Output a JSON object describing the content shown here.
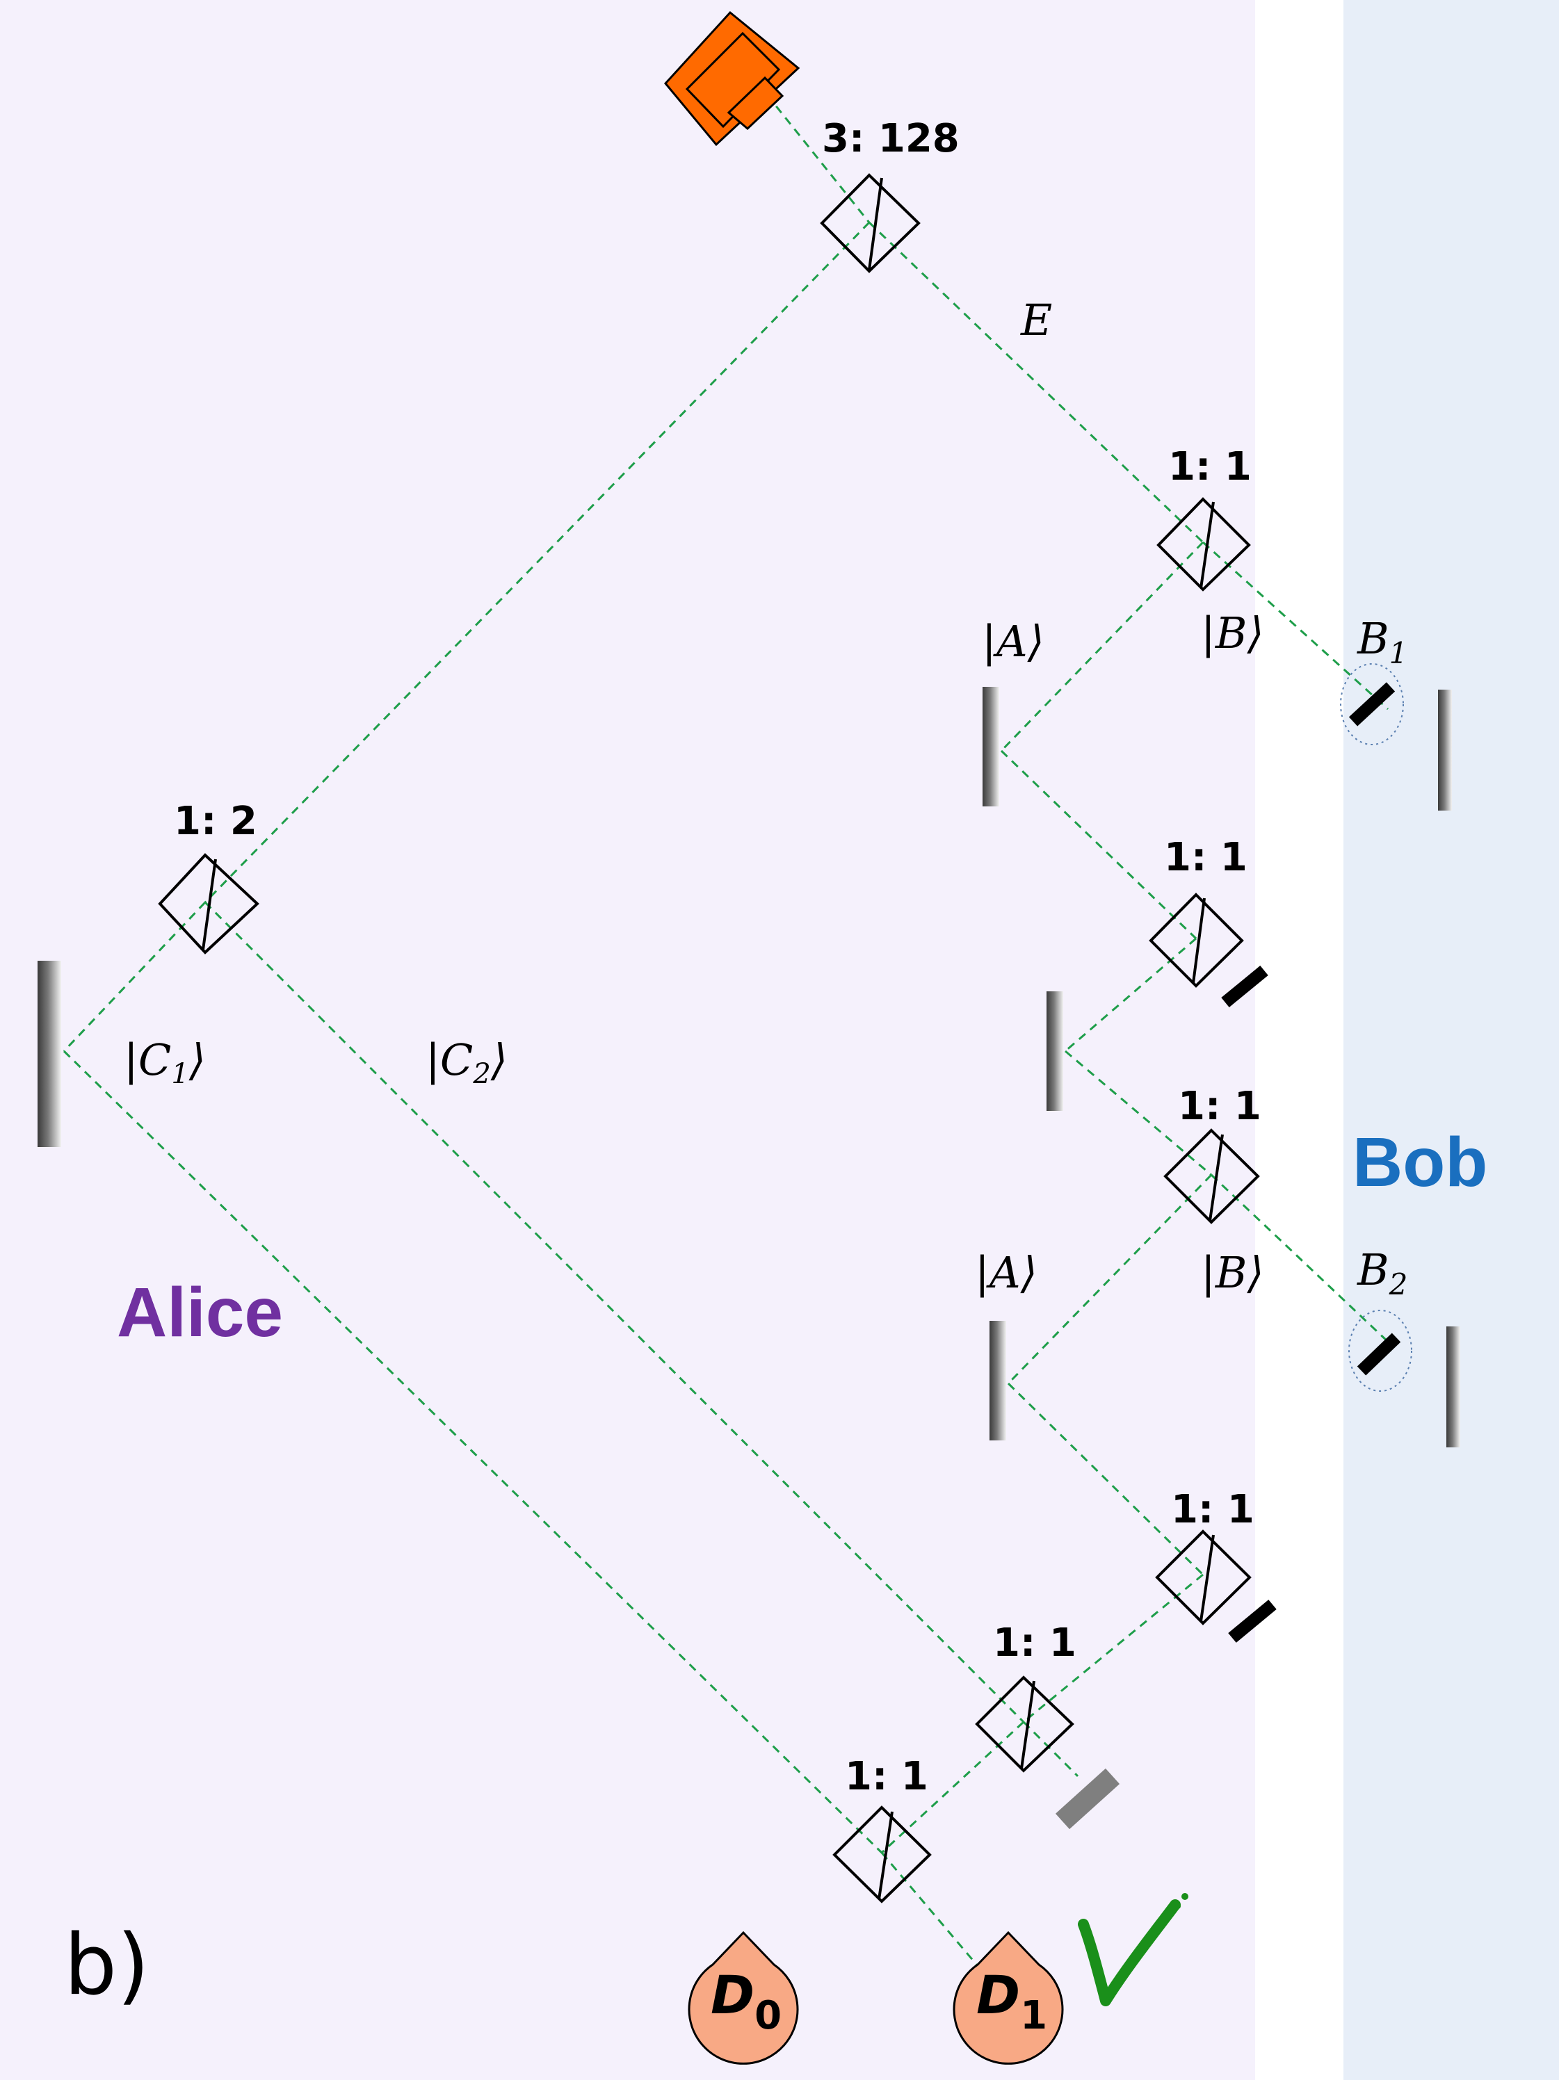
{
  "panel_label": "b)",
  "parties": {
    "alice": {
      "label": "Alice",
      "color": "#7030a0"
    },
    "bob": {
      "label": "Bob",
      "color": "#1a6fbf"
    }
  },
  "colors": {
    "alice_background": "#f5f1fc",
    "bob_background": "#e7eef8",
    "beam": "#1e9e4a",
    "source": "#ff6a00",
    "detector": "#f8a985",
    "checkmark": "#1a8f1a"
  },
  "source": {
    "name": "laser-source-icon"
  },
  "beam_splitters": [
    {
      "id": "bs-source",
      "ratio": "3: 128"
    },
    {
      "id": "bs-b1",
      "ratio": "1: 1"
    },
    {
      "id": "bs-a1",
      "ratio": "1: 1"
    },
    {
      "id": "bs-b2",
      "ratio": "1: 1"
    },
    {
      "id": "bs-a2",
      "ratio": "1: 1"
    },
    {
      "id": "bs-c",
      "ratio": "1: 2"
    },
    {
      "id": "bs-merge",
      "ratio": "1: 1"
    },
    {
      "id": "bs-final",
      "ratio": "1: 1"
    }
  ],
  "labels": {
    "E": "E",
    "A1": "|A⟩",
    "B1": "|B⟩",
    "A2": "|A⟩",
    "B2": "|B⟩",
    "C1_main": "|C",
    "C1_sub": "1",
    "C1_end": "⟩",
    "C2_main": "|C",
    "C2_sub": "2",
    "C2_end": "⟩",
    "B1_main": "B",
    "B1_sub": "1",
    "B2_main": "B",
    "B2_sub": "2"
  },
  "detectors": [
    {
      "id": "D0",
      "main": "D",
      "sub": "0"
    },
    {
      "id": "D1",
      "main": "D",
      "sub": "1",
      "clicked": true
    }
  ]
}
